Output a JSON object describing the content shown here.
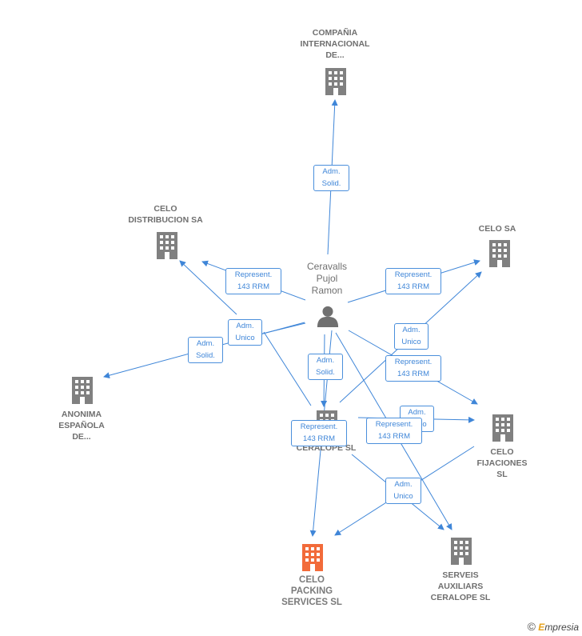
{
  "nodes": {
    "compania": {
      "label": "COMPAÑIA\nINTERNACIONAL\nDE...",
      "color": "#808080"
    },
    "celo_distribucion": {
      "label": "CELO\nDISTRIBUCION SA",
      "color": "#808080"
    },
    "celo_sa": {
      "label": "CELO SA",
      "color": "#808080"
    },
    "anonima": {
      "label": "ANONIMA\nESPAÑOLA\nDE...",
      "color": "#808080"
    },
    "person": {
      "label": "Ceravalls\nPujol\nRamon",
      "color": "#707070"
    },
    "ceralope": {
      "label": "CERALOPE SL",
      "color": "#808080"
    },
    "celo_fijaciones": {
      "label": "CELO\nFIJACIONES\nSL",
      "color": "#808080"
    },
    "celo_packing": {
      "label": "CELO\nPACKING\nSERVICES SL",
      "color": "#f26b3a"
    },
    "serveis": {
      "label": "SERVEIS\nAUXILIARS\nCERALOPE SL",
      "color": "#808080"
    }
  },
  "edges": [
    {
      "id": "e1",
      "label": "Adm.\nSolid."
    },
    {
      "id": "e2",
      "label": "Represent.\n143 RRM"
    },
    {
      "id": "e3",
      "label": "Represent.\n143 RRM"
    },
    {
      "id": "e4",
      "label": "Adm.\nUnico"
    },
    {
      "id": "e5",
      "label": "Adm.\nSolid."
    },
    {
      "id": "e6",
      "label": "Adm.\nUnico"
    },
    {
      "id": "e7",
      "label": "Adm.\nSolid."
    },
    {
      "id": "e8",
      "label": "Represent.\n143 RRM"
    },
    {
      "id": "e9",
      "label": "Adm.\nUnico"
    },
    {
      "id": "e10",
      "label": "Represent.\n143 RRM"
    },
    {
      "id": "e11",
      "label": "Represent.\n143 RRM"
    },
    {
      "id": "e12",
      "label": "Adm.\nUnico"
    }
  ],
  "colors": {
    "edge": "#3f86d8",
    "company_icon": "#808080",
    "focus_icon": "#f26b3a",
    "person_icon": "#707070"
  },
  "footer": {
    "copyright": "©",
    "brand_first": "E",
    "brand_rest": "mpresia"
  }
}
